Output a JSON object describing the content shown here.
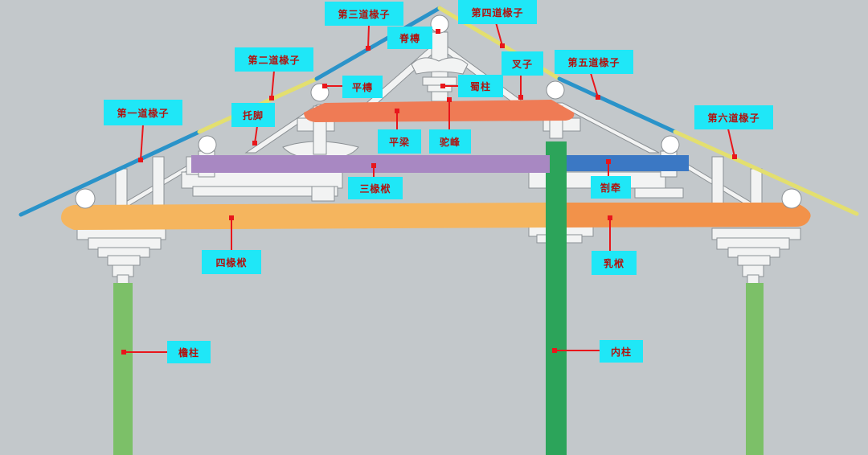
{
  "colors": {
    "background": "#c3c8cb",
    "rafter_blue": "#2a93c9",
    "rafter_yellow": "#e3df6f",
    "leader": "#e8161b",
    "label_bg": "#1fe7f7",
    "label_text": "#b0130f",
    "four_rafter_beam": "#f5b55e",
    "ru_fu": "#f2924a",
    "three_rafter_beam": "#a888c2",
    "zha_qian": "#3b78c4",
    "ping_liang": "#ef7b55",
    "eave_column": "#7cc068",
    "inner_column": "#2ca45a",
    "wood_white": "#f2f3f3"
  },
  "labels": {
    "rafter_1": "第一道椽子",
    "rafter_2": "第二道椽子",
    "rafter_3": "第三道椽子",
    "rafter_4": "第四道椽子",
    "rafter_5": "第五道椽子",
    "rafter_6": "第六道椽子",
    "ji_tuan": "脊槫",
    "ping_tuan": "平槫",
    "shu_zhu": "蜀柱",
    "cha_shou": "叉子",
    "tuo_jiao": "托脚",
    "ping_liang": "平梁",
    "tuo_feng": "驼峰",
    "san_chuan_fu": "三椽栿",
    "zha_qian": "劄牵",
    "si_chuan_fu": "四椽栿",
    "ru_fu": "乳栿",
    "yan_zhu": "檐柱",
    "nei_zhu": "内柱"
  }
}
